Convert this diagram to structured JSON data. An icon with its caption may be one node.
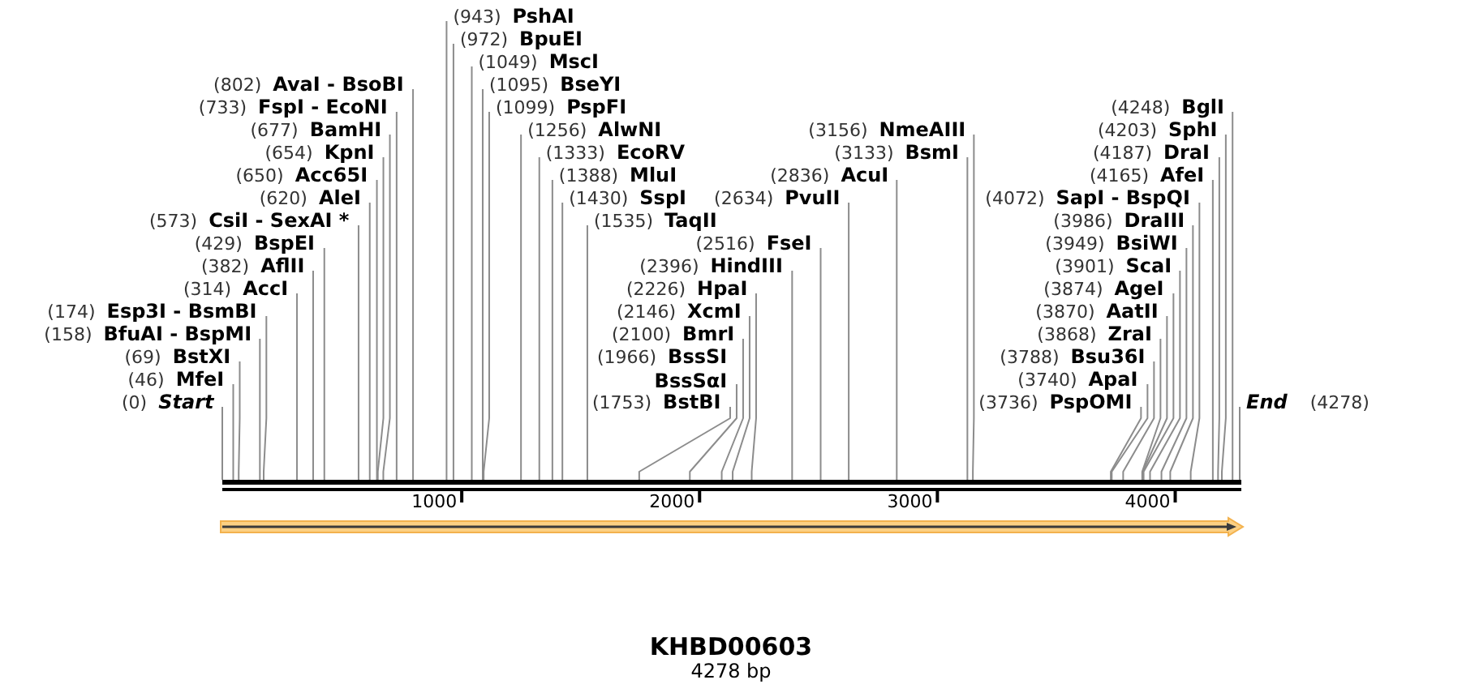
{
  "diagram": {
    "title": "KHBD00603",
    "caption": "4278 bp",
    "nodes": [
      {
        "text": [
          "(0)",
          "Start"
        ]
      },
      {
        "text": [
          "(46)",
          "MfeI"
        ]
      },
      {
        "text": [
          "(69)",
          "BstXI"
        ]
      },
      {
        "text": [
          "(158)",
          "BfuAI - BspMI"
        ]
      },
      {
        "text": [
          "(174)",
          "Esp3I - BsmBI"
        ]
      },
      {
        "text": [
          "(314)",
          "AccI"
        ]
      },
      {
        "text": [
          "(382)",
          "AflII"
        ]
      },
      {
        "text": [
          "(429)",
          "BspEI"
        ]
      },
      {
        "text": [
          "(573)",
          "CsiI - SexAI *"
        ]
      },
      {
        "text": [
          "(620)",
          "AleI"
        ]
      },
      {
        "text": [
          "(650)",
          "Acc65I"
        ]
      },
      {
        "text": [
          "(654)",
          "KpnI"
        ]
      },
      {
        "text": [
          "(677)",
          "BamHI"
        ]
      },
      {
        "text": [
          "(733)",
          "FspI - EcoNI"
        ]
      },
      {
        "text": [
          "(802)",
          "AvaI - BsoBI"
        ]
      },
      {
        "text": [
          "(943)",
          "PshAI"
        ]
      },
      {
        "text": [
          "(972)",
          "BpuEI"
        ]
      },
      {
        "text": [
          "(1049)",
          "MscI"
        ]
      },
      {
        "text": [
          "(1095)",
          "BseYI"
        ]
      },
      {
        "text": [
          "(1099)",
          "PspFI"
        ]
      },
      {
        "text": [
          "(1256)",
          "AlwNI"
        ]
      },
      {
        "text": [
          "(1333)",
          "EcoRV"
        ]
      },
      {
        "text": [
          "(1388)",
          "MluI"
        ]
      },
      {
        "text": [
          "(1430)",
          "SspI"
        ]
      },
      {
        "text": [
          "(1535)",
          "TaqII"
        ]
      },
      {
        "text": [
          "(1753)",
          "BstBI"
        ]
      },
      {
        "text": [
          "(1966)",
          "BssSI",
          "BssSαI"
        ]
      },
      {
        "text": [
          "(2100)",
          "BmrI"
        ]
      },
      {
        "text": [
          "(2146)",
          "XcmI"
        ]
      },
      {
        "text": [
          "(2226)",
          "HpaI"
        ]
      },
      {
        "text": [
          "(2396)",
          "HindIII"
        ]
      },
      {
        "text": [
          "(2516)",
          "FseI"
        ]
      },
      {
        "text": [
          "(2634)",
          "PvuII"
        ]
      },
      {
        "text": [
          "(2836)",
          "AcuI"
        ]
      },
      {
        "text": [
          "(3133)",
          "BsmI"
        ]
      },
      {
        "text": [
          "(3156)",
          "NmeAIII"
        ]
      },
      {
        "text": [
          "(3736)",
          "PspOMI"
        ]
      },
      {
        "text": [
          "(3740)",
          "ApaI"
        ]
      },
      {
        "text": [
          "(3788)",
          "Bsu36I"
        ]
      },
      {
        "text": [
          "(3868)",
          "ZraI"
        ]
      },
      {
        "text": [
          "(3870)",
          "AatII"
        ]
      },
      {
        "text": [
          "(3874)",
          "AgeI"
        ]
      },
      {
        "text": [
          "(3901)",
          "ScaI"
        ]
      },
      {
        "text": [
          "(3949)",
          "BsiWI"
        ]
      },
      {
        "text": [
          "(3986)",
          "DraIII"
        ]
      },
      {
        "text": [
          "(4072)",
          "SapI - BspQI"
        ]
      },
      {
        "text": [
          "(4165)",
          "AfeI"
        ]
      },
      {
        "text": [
          "(4187)",
          "DraI"
        ]
      },
      {
        "text": [
          "(4203)",
          "SphI"
        ]
      },
      {
        "text": [
          "(4248)",
          "BglI"
        ]
      },
      {
        "text": [
          "End",
          "(4278)"
        ]
      },
      {
        "text": [],
        "shape": "bar"
      }
    ],
    "edges": [
      {
        "from": 0,
        "to": 51,
        "arrow": "none"
      },
      {
        "from": 1,
        "to": 51,
        "arrow": "none"
      },
      {
        "from": 2,
        "to": 51,
        "arrow": "none"
      },
      {
        "from": 3,
        "to": 51,
        "arrow": "none"
      },
      {
        "from": 4,
        "to": 51,
        "arrow": "none"
      },
      {
        "from": 5,
        "to": 51,
        "arrow": "none"
      },
      {
        "from": 6,
        "to": 51,
        "arrow": "none"
      },
      {
        "from": 7,
        "to": 51,
        "arrow": "none"
      },
      {
        "from": 8,
        "to": 51,
        "arrow": "none"
      },
      {
        "from": 9,
        "to": 51,
        "arrow": "none"
      },
      {
        "from": 10,
        "to": 51,
        "arrow": "none"
      },
      {
        "from": 11,
        "to": 51,
        "arrow": "none"
      },
      {
        "from": 12,
        "to": 51,
        "arrow": "none"
      },
      {
        "from": 13,
        "to": 51,
        "arrow": "none"
      },
      {
        "from": 14,
        "to": 51,
        "arrow": "none"
      },
      {
        "from": 15,
        "to": 51,
        "arrow": "none"
      },
      {
        "from": 16,
        "to": 51,
        "arrow": "none"
      },
      {
        "from": 17,
        "to": 51,
        "arrow": "none"
      },
      {
        "from": 18,
        "to": 51,
        "arrow": "none"
      },
      {
        "from": 19,
        "to": 51,
        "arrow": "none"
      },
      {
        "from": 20,
        "to": 51,
        "arrow": "none"
      },
      {
        "from": 21,
        "to": 51,
        "arrow": "none"
      },
      {
        "from": 22,
        "to": 51,
        "arrow": "none"
      },
      {
        "from": 23,
        "to": 51,
        "arrow": "none"
      },
      {
        "from": 24,
        "to": 51,
        "arrow": "none"
      },
      {
        "from": 25,
        "to": 51,
        "arrow": "none"
      },
      {
        "from": 26,
        "to": 51,
        "arrow": "none"
      },
      {
        "from": 27,
        "to": 51,
        "arrow": "none"
      },
      {
        "from": 28,
        "to": 51,
        "arrow": "none"
      },
      {
        "from": 29,
        "to": 51,
        "arrow": "none"
      },
      {
        "from": 30,
        "to": 51,
        "arrow": "none"
      },
      {
        "from": 31,
        "to": 51,
        "arrow": "none"
      },
      {
        "from": 32,
        "to": 51,
        "arrow": "none"
      },
      {
        "from": 33,
        "to": 51,
        "arrow": "none"
      },
      {
        "from": 34,
        "to": 51,
        "arrow": "none"
      },
      {
        "from": 35,
        "to": 51,
        "arrow": "none"
      },
      {
        "from": 36,
        "to": 51,
        "arrow": "none"
      },
      {
        "from": 37,
        "to": 51,
        "arrow": "none"
      },
      {
        "from": 38,
        "to": 51,
        "arrow": "none"
      },
      {
        "from": 39,
        "to": 51,
        "arrow": "none"
      },
      {
        "from": 40,
        "to": 51,
        "arrow": "none"
      },
      {
        "from": 41,
        "to": 51,
        "arrow": "none"
      },
      {
        "from": 42,
        "to": 51,
        "arrow": "none"
      },
      {
        "from": 43,
        "to": 51,
        "arrow": "none"
      },
      {
        "from": 44,
        "to": 51,
        "arrow": "none"
      },
      {
        "from": 45,
        "to": 51,
        "arrow": "none"
      },
      {
        "from": 46,
        "to": 51,
        "arrow": "none"
      },
      {
        "from": 47,
        "to": 51,
        "arrow": "none"
      },
      {
        "from": 48,
        "to": 51,
        "arrow": "none"
      },
      {
        "from": 49,
        "to": 51,
        "arrow": "none"
      },
      {
        "from": 50,
        "to": 51,
        "arrow": "none"
      }
    ],
    "labels": [
      "1000",
      "2000",
      "3000",
      "4000"
    ]
  }
}
